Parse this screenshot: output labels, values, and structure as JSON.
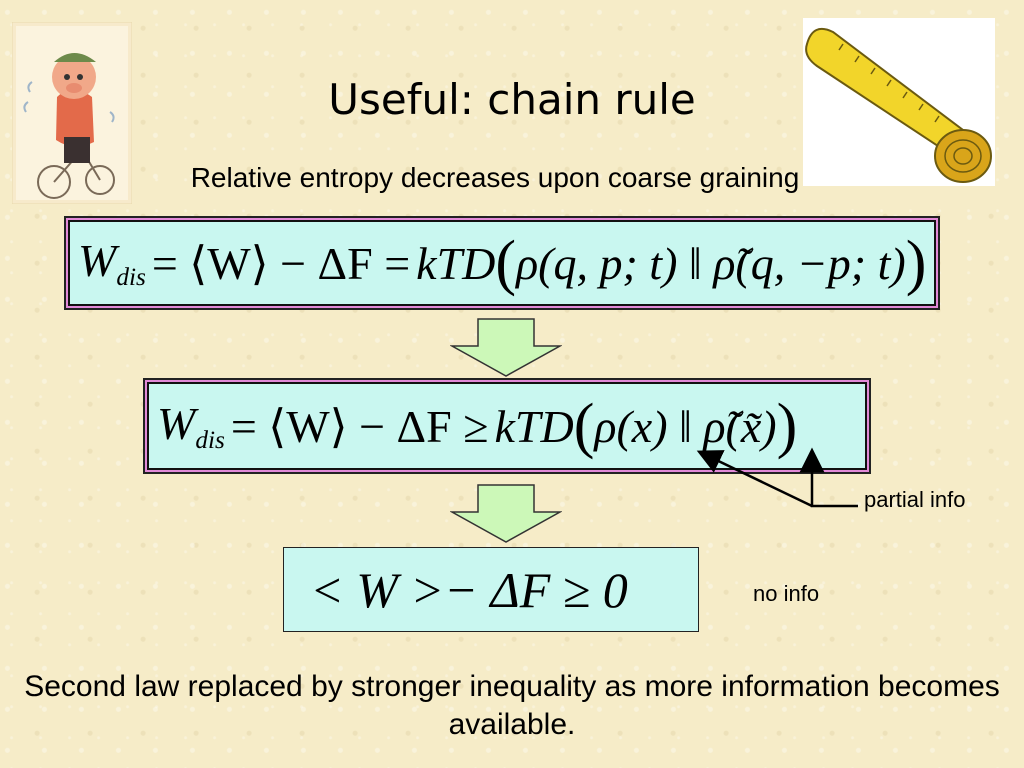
{
  "slide": {
    "title": "Useful: chain rule",
    "subtitle": "Relative entropy decreases upon coarse graining",
    "equation_1": {
      "lhs_base": "W",
      "lhs_sub": "dis",
      "middle": "= ⟨W⟩ − ΔF = ",
      "rhs": "kTD",
      "argument": "ρ(q, p; t) ‖ ρ̃(q, −p; t)"
    },
    "equation_2": {
      "lhs_base": "W",
      "lhs_sub": "dis",
      "middle": "= ⟨W⟩ − ΔF ≥ ",
      "rhs": "kTD",
      "argument": "ρ(x) ‖ ρ̃(x̃)"
    },
    "equation_3": {
      "text": "< W >− ΔF ≥ 0"
    },
    "partial_info_label": "partial info",
    "no_info_label": "no info",
    "conclusion": "Second law replaced by stronger inequality as more information becomes available.",
    "colors": {
      "background": "#f6ecc8",
      "equation_fill": "#c9f7f0",
      "equation_outline": "#e28ad8",
      "arrow_fill": "#ccf8b8",
      "tape_yellow": "#f2d52a"
    },
    "icons": [
      "cyclist-cartoon",
      "measuring-tape"
    ]
  }
}
